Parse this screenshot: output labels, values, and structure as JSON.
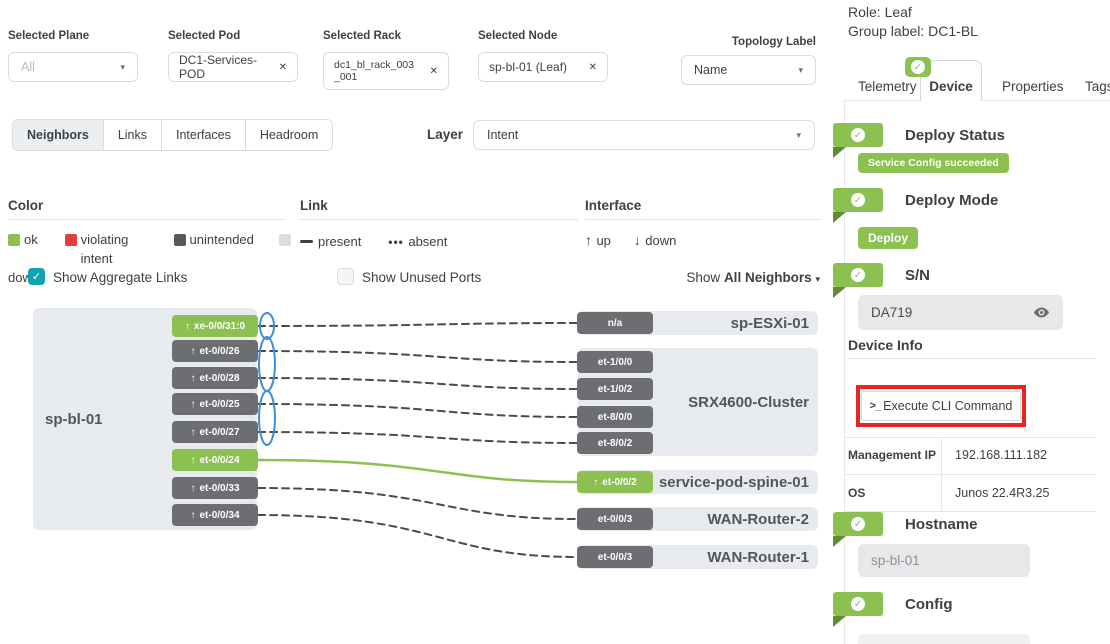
{
  "filters": {
    "plane": {
      "label": "Selected Plane",
      "value": "All"
    },
    "pod": {
      "label": "Selected Pod",
      "value": "DC1-Services-POD"
    },
    "rack": {
      "label": "Selected Rack",
      "value": "dc1_bl_rack_003_001"
    },
    "node": {
      "label": "Selected Node",
      "value": "sp-bl-01 (Leaf)"
    },
    "topology_label": {
      "label": "Topology Label",
      "value": "Name"
    }
  },
  "view_tabs": {
    "neighbors": "Neighbors",
    "links": "Links",
    "interfaces": "Interfaces",
    "headroom": "Headroom"
  },
  "layer": {
    "label": "Layer",
    "value": "Intent"
  },
  "legend": {
    "color": {
      "title": "Color",
      "ok": "ok",
      "violating": "violating intent",
      "unintended": "unintended",
      "down": "down"
    },
    "link": {
      "title": "Link",
      "present": "present",
      "absent": "absent"
    },
    "interface": {
      "title": "Interface",
      "up": "up",
      "down": "down"
    }
  },
  "controls": {
    "show_aggregate_links": {
      "label": "Show Aggregate Links",
      "checked": true
    },
    "show_unused_ports": {
      "label": "Show Unused Ports",
      "checked": false
    },
    "show_neighbors": {
      "prefix": "Show",
      "value": "All Neighbors"
    }
  },
  "topology": {
    "left_node": {
      "name": "sp-bl-01",
      "ports": [
        {
          "label": "xe-0/0/31:0",
          "status": "ok",
          "direction": "up"
        },
        {
          "label": "et-0/0/26",
          "status": "unintended",
          "direction": "up"
        },
        {
          "label": "et-0/0/28",
          "status": "unintended",
          "direction": "up"
        },
        {
          "label": "et-0/0/25",
          "status": "unintended",
          "direction": "up"
        },
        {
          "label": "et-0/0/27",
          "status": "unintended",
          "direction": "up"
        },
        {
          "label": "et-0/0/24",
          "status": "ok",
          "direction": "up"
        },
        {
          "label": "et-0/0/33",
          "status": "unintended",
          "direction": "up"
        },
        {
          "label": "et-0/0/34",
          "status": "unintended",
          "direction": "up"
        }
      ]
    },
    "right_nodes": [
      {
        "name": "sp-ESXi-01"
      },
      {
        "name": "SRX4600-Cluster"
      },
      {
        "name": "service-pod-spine-01"
      },
      {
        "name": "WAN-Router-2"
      },
      {
        "name": "WAN-Router-1"
      }
    ],
    "right_ports": [
      {
        "label": "n/a",
        "status": "unintended"
      },
      {
        "label": "et-1/0/0",
        "status": "unintended"
      },
      {
        "label": "et-1/0/2",
        "status": "unintended"
      },
      {
        "label": "et-8/0/0",
        "status": "unintended"
      },
      {
        "label": "et-8/0/2",
        "status": "unintended"
      },
      {
        "label": "et-0/0/2",
        "status": "ok",
        "direction": "up"
      },
      {
        "label": "et-0/0/3",
        "status": "unintended"
      },
      {
        "label": "et-0/0/3",
        "status": "unintended"
      }
    ]
  },
  "panel": {
    "role": "Role: Leaf",
    "group_label": "Group label: DC1-BL",
    "tabs": {
      "telemetry": "Telemetry",
      "device": "Device",
      "properties": "Properties",
      "tags": "Tags"
    },
    "active_tab": "Device",
    "deploy_status": {
      "title": "Deploy Status",
      "badge": "Service Config succeeded"
    },
    "deploy_mode": {
      "title": "Deploy Mode",
      "badge": "Deploy"
    },
    "sn": {
      "title": "S/N",
      "value": "DA719"
    },
    "device_info": {
      "title": "Device Info",
      "cli_button": "Execute CLI Command",
      "rows": [
        {
          "label": "Management IP",
          "value": "192.168.111.182"
        },
        {
          "label": "OS",
          "value": "Junos 22.4R3.25"
        }
      ]
    },
    "hostname": {
      "title": "Hostname",
      "value": "sp-bl-01"
    },
    "config": {
      "title": "Config"
    }
  },
  "colors": {
    "ok_green": "#8cc152",
    "violating_red": "#e23e3e",
    "unintended_grey": "#6d6e71",
    "down_grey": "#d9dce0",
    "aggregate_blue": "#3d8fd4",
    "annotation_red": "#e8251f",
    "checkbox_teal": "#12a3ae"
  }
}
